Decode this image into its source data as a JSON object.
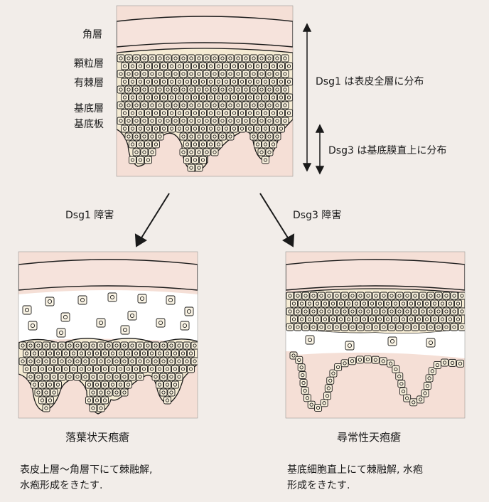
{
  "colors": {
    "background": "#f2ede9",
    "stratum_corneum": "#f6e3dc",
    "cells": "#f6ecd4",
    "dermis": "#f5dfd6",
    "outline": "#1a1a1a"
  },
  "top": {
    "layer_labels": [
      "角層",
      "顆粒層",
      "有棘層",
      "基底層",
      "基底板"
    ],
    "dsg1_note": "Dsg1 は表皮全層に分布",
    "dsg3_note": "Dsg3 は基底膜直上に分布"
  },
  "arrows": {
    "left_label": "Dsg1 障害",
    "right_label": "Dsg3 障害"
  },
  "left": {
    "title": "落葉状天疱瘡",
    "description": [
      "表皮上層～角層下にて棘融解,",
      "水疱形成をきたす."
    ]
  },
  "right": {
    "title": "尋常性天疱瘡",
    "description": [
      "基底細胞直上にて棘融解, 水疱",
      "形成をきたす."
    ]
  }
}
